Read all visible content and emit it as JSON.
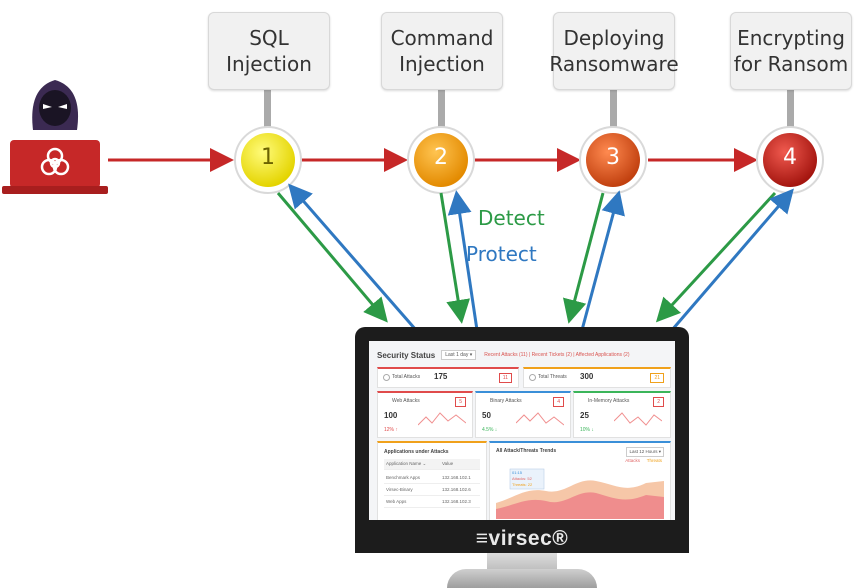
{
  "stages": [
    {
      "number": "1",
      "label": "SQL\nInjection",
      "color": "#f3ea22"
    },
    {
      "number": "2",
      "label": "Command\nInjection",
      "color": "#f0a11b"
    },
    {
      "number": "3",
      "label": "Deploying\nRansomware",
      "color": "#d9531f"
    },
    {
      "number": "4",
      "label": "Encrypting\nfor Ransom",
      "color": "#c7231f"
    }
  ],
  "feedback": {
    "detect": "Detect",
    "protect": "Protect",
    "detect_color": "#2c9a46",
    "protect_color": "#2f78c1"
  },
  "attack_arrow_color": "#c62828",
  "brand": "≡virsec®",
  "dashboard": {
    "title": "Security Status",
    "range": "Last 1 day ▾",
    "links": "Recent Attacks (11)  |  Recent Tickets (2)  |  Affected Applications (2)",
    "total_attacks_label": "Total Attacks",
    "total_attacks_value": "175",
    "total_attacks_tag": "11",
    "total_threats_label": "Total Threats",
    "total_threats_value": "300",
    "total_threats_tag": "21",
    "cards": [
      {
        "label": "Web Attacks",
        "value": "100",
        "tag": "5",
        "pct": "12% ↑",
        "color": "#e04b4b"
      },
      {
        "label": "Binary Attacks",
        "value": "50",
        "tag": "4",
        "pct": "4.5% ↓",
        "color": "#3a8fd8"
      },
      {
        "label": "In-Memory Attacks",
        "value": "25",
        "tag": "2",
        "pct": "10% ↓",
        "color": "#3bb55a"
      }
    ],
    "apps_title": "Applications under Attacks",
    "apps_cols": [
      "Application Name ⌄",
      "Value"
    ],
    "apps_rows": [
      {
        "name": "Benchmark Apps",
        "value": "132.168.102.1"
      },
      {
        "name": "Virsec-Binary",
        "value": "132.168.102.6"
      },
      {
        "name": "Web Apps",
        "value": "132.168.102.3"
      }
    ],
    "trends_title": "All Attack/Threats Trends",
    "trends_range": "Last 12 Hours ▾",
    "trends_legend": [
      "Attacks",
      "Threats"
    ],
    "trends_tooltip": [
      "01:15",
      "Attacks: 52",
      "Threats: 22"
    ]
  }
}
